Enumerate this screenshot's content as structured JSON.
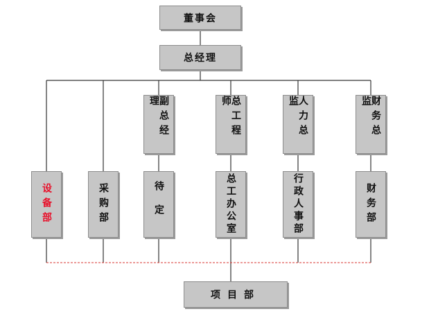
{
  "nodes": {
    "board": "董事会",
    "gm": "总经理",
    "deputy_gm": "副总经理",
    "chief_engineer": "总工程师",
    "hr_director": "人力总监",
    "finance_director": "财务总监",
    "equipment_dept": "设备部",
    "purchasing_dept": "采购部",
    "tbd": "待定",
    "chief_engineer_office": "总工办公室",
    "admin_hr_dept": "行政人事部",
    "finance_dept": "财务部",
    "project_dept": "项目部"
  },
  "colors": {
    "box_fill": "#c6c6c6",
    "line": "#333333",
    "highlight_text": "#e8102a",
    "dashed_line": "#d9332e"
  }
}
